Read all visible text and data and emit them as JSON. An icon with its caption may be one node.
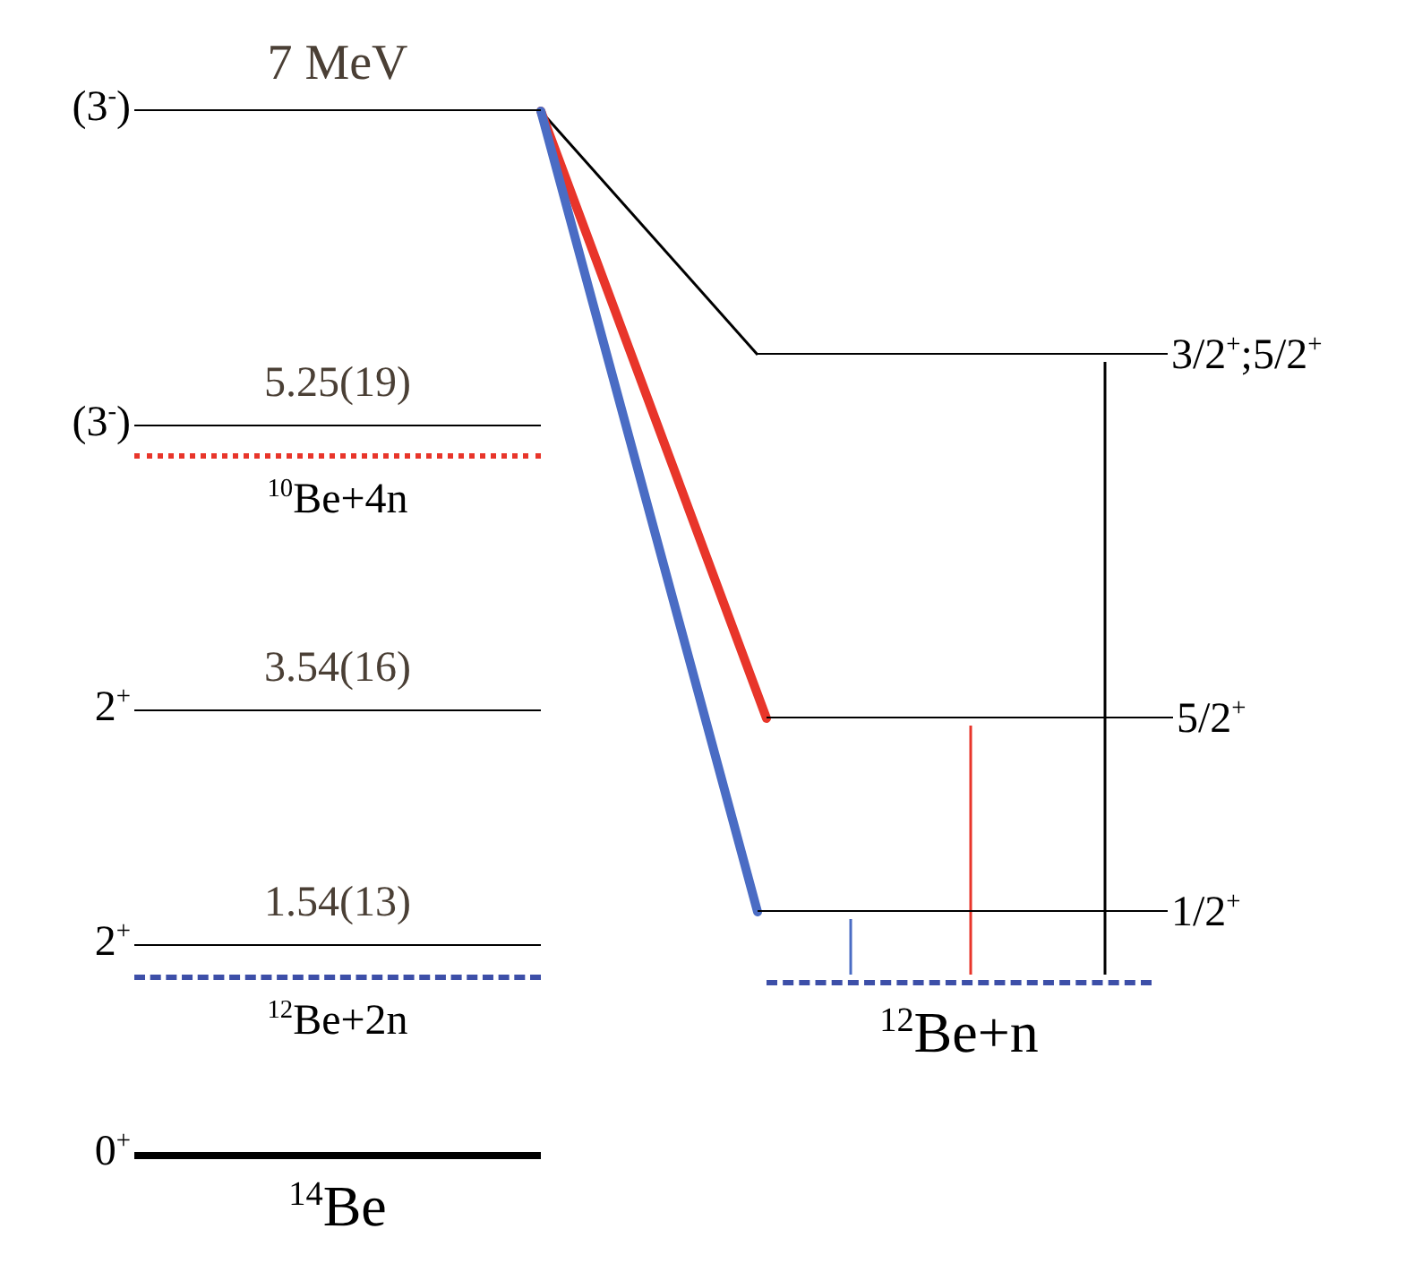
{
  "diagram": {
    "nodes": [
      {
        "text": [
          "(3$^{-}$)"
        ],
        "beside": [
          "7 MeV"
        ]
      },
      {
        "text": [
          "(3$^{-}$)"
        ],
        "beside": [
          "5.25(19)"
        ]
      },
      {
        "text": [
          "$^{10}$Be+4n"
        ]
      },
      {
        "text": [
          "2$^{+}$"
        ],
        "beside": [
          "3.54(16)"
        ]
      },
      {
        "text": [
          "2$^{+}$"
        ],
        "beside": [
          "1.54(13)"
        ]
      },
      {
        "text": [
          "$^{12}$Be+2n"
        ]
      },
      {
        "text": [
          "0$^{+}$"
        ],
        "beside": [
          "$^{14}$Be"
        ]
      },
      {
        "text": [
          "3/2$^{+}$;5/2$^{+}$"
        ]
      },
      {
        "text": [
          "5/2$^{+}$"
        ]
      },
      {
        "text": [
          "1/2$^{+}$"
        ]
      },
      {
        "text": [
          "$^{12}$Be+n"
        ]
      }
    ],
    "edges": [
      {
        "from": 0,
        "to": 7,
        "arrow": "none",
        "color": "#000000"
      },
      {
        "from": 0,
        "to": 8,
        "arrow": "none",
        "style": "thick",
        "color": "#e8352a"
      },
      {
        "from": 0,
        "to": 9,
        "arrow": "none",
        "style": "thick",
        "color": "#4a6cc4"
      },
      {
        "from": 9,
        "to": 10,
        "arrow": "none",
        "color": "#4a6cc4"
      },
      {
        "from": 8,
        "to": 10,
        "arrow": "none",
        "color": "#e8352a"
      },
      {
        "from": 7,
        "to": 10,
        "arrow": "none",
        "color": "#000000"
      }
    ]
  }
}
